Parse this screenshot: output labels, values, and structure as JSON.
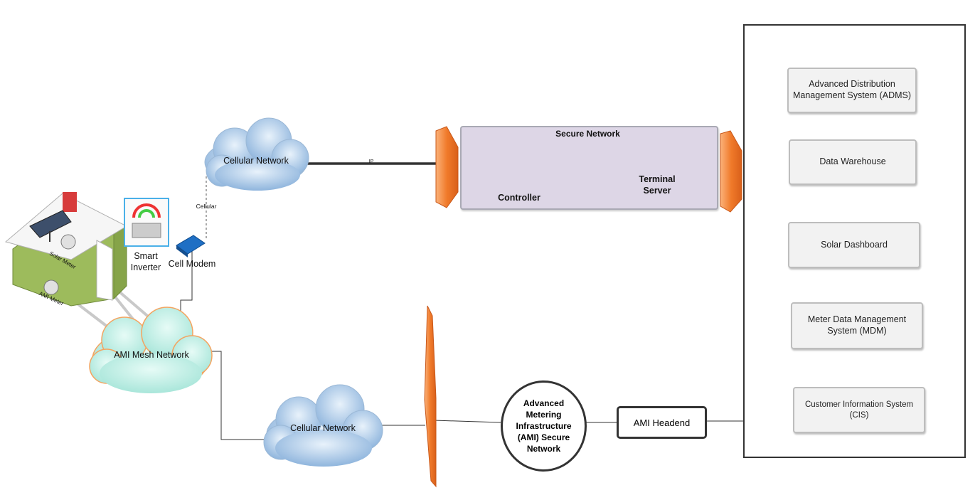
{
  "enterprise_systems": [
    {
      "label": "Advanced Distribution\nManagement System (ADMS)"
    },
    {
      "label": "Data Warehouse"
    },
    {
      "label": "Solar Dashboard"
    },
    {
      "label": "Meter Data Management\nSystem (MDM)"
    },
    {
      "label": "Customer Information System\n(CIS)"
    }
  ],
  "secure_network": {
    "title": "Secure Network",
    "controller": "Controller",
    "terminal_server": "Terminal\nServer"
  },
  "clouds": {
    "cellular_top": "Cellular  Network",
    "cellular_bottom": "Cellular  Network",
    "ami_mesh": "AMI Mesh Network"
  },
  "links": {
    "ip": "IP",
    "cellular": "Cellular"
  },
  "devices": {
    "smart_inverter": "Smart\nInverter",
    "cell_modem": "Cell Modem",
    "solar_meter": "Solar Meter",
    "ami_meter": "AMI Meter"
  },
  "ami_secure_network": "Advanced\nMetering\nInfrastructure\n(AMI) Secure\nNetwork",
  "ami_headend": "AMI Headend",
  "colors": {
    "firewall": "#f07a2a",
    "cloud_blue": "#9ec3e6",
    "cloud_mesh": "#bfeee6",
    "mesh_border": "#f4a460",
    "secure_net_fill": "#ddd6e6",
    "server_blue": "#1a8fe0",
    "terminal_green": "#2aa64a"
  }
}
